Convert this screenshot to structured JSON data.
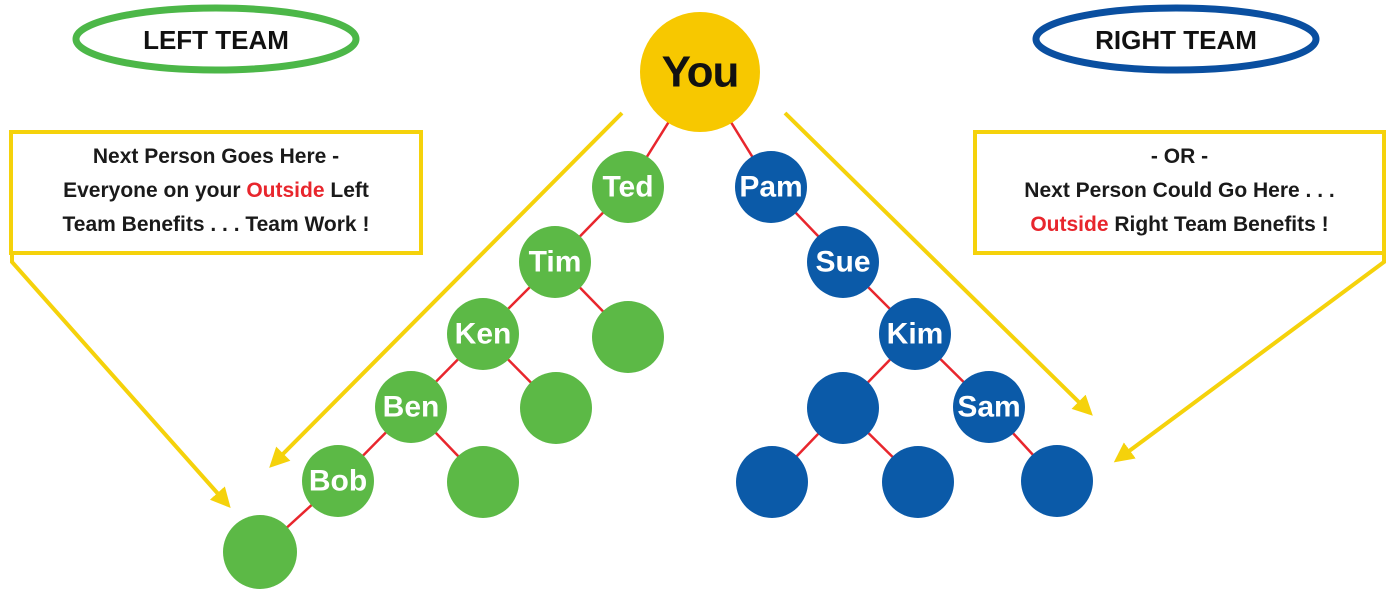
{
  "root": {
    "label": "You"
  },
  "teams": {
    "left": {
      "label": "LEFT TEAM",
      "color": "#5cb946",
      "ring_color": "#4cb748"
    },
    "right": {
      "label": "RIGHT TEAM",
      "color": "#0b5aa8",
      "ring_color": "#0a4fa0"
    }
  },
  "colors": {
    "root": "#f7c800",
    "connector": "#e8262d",
    "arrow": "#f5d20b",
    "highlight": "#e8262d"
  },
  "left_nodes": {
    "ted": "Ted",
    "tim": "Tim",
    "ken": "Ken",
    "ben": "Ben",
    "bob": "Bob"
  },
  "right_nodes": {
    "pam": "Pam",
    "sue": "Sue",
    "kim": "Kim",
    "sam": "Sam"
  },
  "callout_left": {
    "line1": "Next Person Goes Here -",
    "line2_pre": "Everyone on your ",
    "line2_highlight": "Outside",
    "line2_post": " Left",
    "line3": "Team Benefits . . . Team Work !"
  },
  "callout_right": {
    "line1": "- OR -",
    "line2": "Next Person Could Go Here . . .",
    "line3_highlight": "Outside",
    "line3_post": " Right Team Benefits !"
  }
}
